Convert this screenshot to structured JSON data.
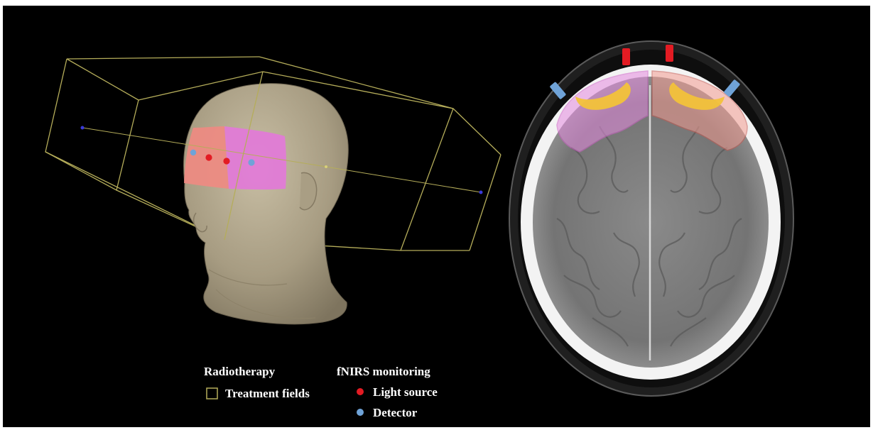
{
  "colors": {
    "background": "#000000",
    "treatment_field": "#b5ad5a",
    "light_source": "#e31b23",
    "detector": "#6fa3d8",
    "left_region": "#e17bd7",
    "right_region": "#f29a8f",
    "sensitivity_band": "#f2c23a",
    "head_surface": "#b3a88d"
  },
  "legend": {
    "radiotherapy": {
      "title": "Radiotherapy",
      "treatment_fields": "Treatment fields",
      "swatch_icon": "outline-square-icon"
    },
    "fnirs": {
      "title": "fNIRS monitoring",
      "light_source": "Light source",
      "detector": "Detector",
      "light_source_icon": "red-dot-icon",
      "detector_icon": "blue-dot-icon"
    }
  }
}
